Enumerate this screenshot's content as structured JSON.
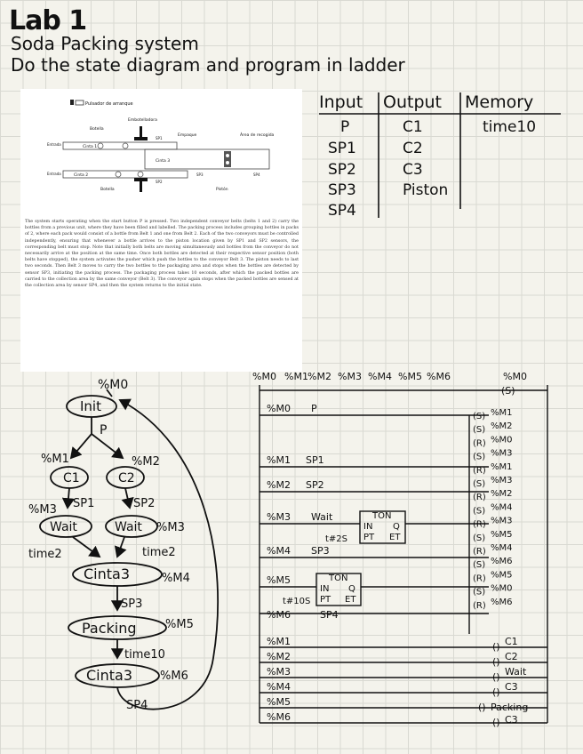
{
  "header": {
    "title": "Lab 1",
    "subtitle": "Soda Packing system",
    "instruction": "Do the state diagram and program in ladder"
  },
  "document": {
    "figure_labels": {
      "legend": "Pulsador de arranque",
      "botella": "Botella",
      "entrada": "Entrada",
      "embotelladora": "Embotelladora",
      "area_recogida": "Área de recogida",
      "cinta1": "Cinta 1",
      "cinta2": "Cinta 2",
      "cinta3": "Cinta 3",
      "sp1": "SP1",
      "sp2": "SP2",
      "sp3": "SP3",
      "sp4": "SP4",
      "empaque": "Empaque",
      "piston": "Pistón",
      "botella2": "Botella",
      "entrada2": "Entrada"
    },
    "paragraph": "The system starts operating when the start button P is pressed. Two independent conveyor belts (belts 1 and 2) carry the bottles from a previous unit, where they have been filled and labelled. The packing process includes grouping bottles in packs of 2, where each pack would consist of a bottle from Belt 1 and one from Belt 2. Each of the two conveyors must be controlled independently, ensuring that whenever a bottle arrives to the piston location given by SP1 and SP2 sensors, the corresponding belt must stop. Note that initially both belts are moving simultaneously and bottles from the conveyor do not necessarily arrive at the position at the same time. Once both bottles are detected at their respective sensor position (both belts have stopped), the system activates the pusher which push the bottles to the conveyor Belt 3. The piston needs to last two seconds. Then Belt 3 moves to carry the two bottles to the packaging area and stops when the bottles are detected by sensor SP3, initiating the packing process. The packaging process takes 10 seconds, after which the packed bottles are carried to the collection area by the same conveyor (Belt 3). The conveyor again stops when the packed bottles are sensed at the collection area by sensor SP4, and then the system returns to the initial state."
  },
  "io_table": {
    "headers": [
      "Input",
      "Output",
      "Memory"
    ],
    "inputs": [
      "P",
      "SP1",
      "SP2",
      "SP3",
      "SP4"
    ],
    "outputs": [
      "C1",
      "C2",
      "C3",
      "Piston"
    ],
    "memory": [
      "time10"
    ]
  },
  "state_diagram": {
    "states": [
      {
        "id": "init",
        "label": "Init",
        "marker": "%M0"
      },
      {
        "id": "c1",
        "label": "C1",
        "marker": "%M1"
      },
      {
        "id": "c2",
        "label": "C2",
        "marker": "%M2"
      },
      {
        "id": "wait1",
        "label": "Wait",
        "marker": "%M3"
      },
      {
        "id": "wait2",
        "label": "Wait",
        "marker": "%M3"
      },
      {
        "id": "cinta3a",
        "label": "Cinta3",
        "marker": "%M4"
      },
      {
        "id": "packing",
        "label": "Packing",
        "marker": "%M5"
      },
      {
        "id": "cinta3b",
        "label": "Cinta3",
        "marker": "%M6"
      }
    ],
    "transitions": [
      "P",
      "SP1",
      "SP2",
      "time2",
      "time2",
      "SP3",
      "time10",
      "SP4"
    ]
  },
  "ladder": {
    "top_contacts": [
      "%M0",
      "%M1",
      "%M2",
      "%M3",
      "%M4",
      "%M5",
      "%M6"
    ],
    "top_coil": "%M0",
    "top_coil_type": "(S)",
    "rung_contacts": [
      {
        "m": "%M0",
        "in": "P"
      },
      {
        "m": "%M1",
        "in": "SP1"
      },
      {
        "m": "%M2",
        "in": "SP2"
      },
      {
        "m": "%M3",
        "in": "Wait"
      },
      {
        "m": "%M4",
        "in": "SP3"
      },
      {
        "m": "%M5",
        "in": ""
      },
      {
        "m": "%M6",
        "in": "SP4"
      }
    ],
    "timers": [
      {
        "type": "TON",
        "in": "IN",
        "q": "Q",
        "pt": "PT",
        "et": "ET",
        "preset": "t#2S"
      },
      {
        "type": "TON",
        "in": "IN",
        "q": "Q",
        "pt": "PT",
        "et": "ET",
        "preset": "t#10S"
      }
    ],
    "coils": [
      {
        "type": "(S)",
        "name": "%M1"
      },
      {
        "type": "(S)",
        "name": "%M2"
      },
      {
        "type": "(R)",
        "name": "%M0"
      },
      {
        "type": "(S)",
        "name": "%M3"
      },
      {
        "type": "(R)",
        "name": "%M1"
      },
      {
        "type": "(S)",
        "name": "%M3"
      },
      {
        "type": "(R)",
        "name": "%M2"
      },
      {
        "type": "(S)",
        "name": "%M4"
      },
      {
        "type": "(R)",
        "name": "%M3"
      },
      {
        "type": "(S)",
        "name": "%M5"
      },
      {
        "type": "(R)",
        "name": "%M4"
      },
      {
        "type": "(S)",
        "name": "%M6"
      },
      {
        "type": "(R)",
        "name": "%M5"
      },
      {
        "type": "(S)",
        "name": "%M0"
      },
      {
        "type": "(R)",
        "name": "%M6"
      }
    ],
    "output_contacts": [
      "%M1",
      "%M2",
      "%M3",
      "%M4",
      "%M5",
      "%M6"
    ],
    "output_coils": [
      {
        "type": "()",
        "name": "C1"
      },
      {
        "type": "()",
        "name": "C2"
      },
      {
        "type": "()",
        "name": "Wait"
      },
      {
        "type": "()",
        "name": "C3"
      },
      {
        "type": "()",
        "name": "Packing"
      },
      {
        "type": "()",
        "name": "C3"
      }
    ]
  }
}
